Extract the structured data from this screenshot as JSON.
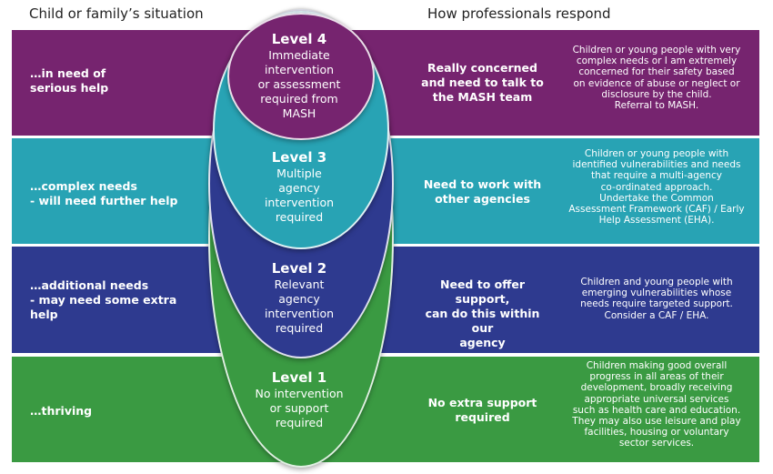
{
  "headers": {
    "left": "Child or family’s situation",
    "right": "How professionals respond"
  },
  "bands": [
    {
      "id": "4",
      "color": "#76246f",
      "situation": "…in need of\nserious help",
      "response": "Really concerned\nand need to talk to\nthe MASH team",
      "detail": "Children or young people with very\ncomplex needs or I am extremely\nconcerned for their safety based\non evidence of abuse or neglect or\ndisclosure by the child.\nReferral to MASH.",
      "level": "Level 4",
      "level_desc": "Immediate\nintervention\nor assessment\nrequired from\nMASH"
    },
    {
      "id": "3",
      "color": "#28a3b4",
      "situation": "…complex needs\n - will need further help",
      "response": "Need to work with\nother agencies",
      "detail": "Children or young people with\nidentified vulnerabilities and needs\nthat require a multi-agency\nco-ordinated approach.\nUndertake the Common\nAssessment Framework (CAF) / Early\nHelp Assessment (EHA).",
      "level": "Level 3",
      "level_desc": "Multiple\nagency\nintervention\nrequired"
    },
    {
      "id": "2",
      "color": "#2e3a8f",
      "situation": "…additional needs\n- may need some extra\nhelp",
      "response": "Need to offer support,\ncan do this within our\nagency",
      "detail": "Children and young people with\nemerging vulnerabilities whose\nneeds require targeted support.\nConsider a CAF / EHA.",
      "level": "Level 2",
      "level_desc": "Relevant\nagency\nintervention\nrequired"
    },
    {
      "id": "1",
      "color": "#3a9a42",
      "situation": "…thriving",
      "response": "No extra support\nrequired",
      "detail": "Children making good overall\nprogress in all areas of their\ndevelopment, broadly receiving\nappropriate universal services\nsuch as health care and education.\nThey may also use leisure and play\nfacilities, housing or voluntary\nsector services.",
      "level": "Level 1",
      "level_desc": "No intervention\nor support\nrequired"
    }
  ]
}
